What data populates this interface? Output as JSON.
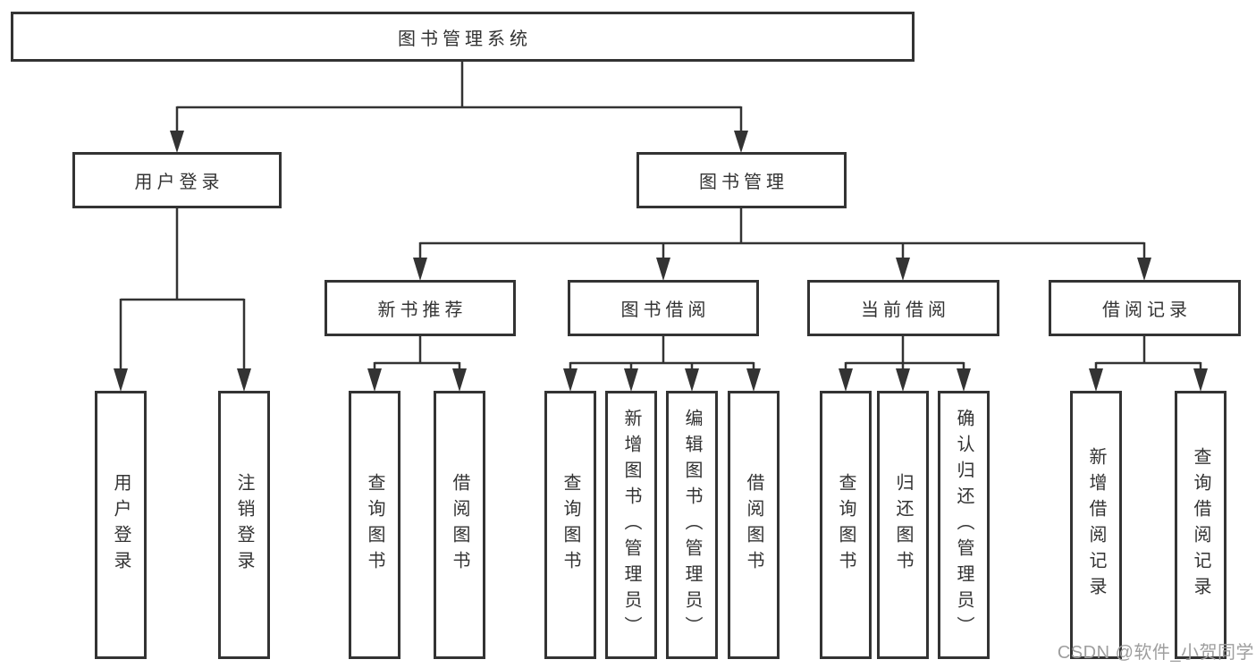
{
  "diagram": {
    "type": "tree",
    "root": "图书管理系统",
    "children": [
      {
        "label": "用户登录",
        "children": [
          "用户登录",
          "注销登录"
        ]
      },
      {
        "label": "图书管理",
        "children": [
          {
            "label": "新书推荐",
            "children": [
              "查询图书",
              "借阅图书"
            ]
          },
          {
            "label": "图书借阅",
            "children": [
              "查询图书",
              "新增图书（管理员）",
              "编辑图书（管理员）",
              "借阅图书"
            ]
          },
          {
            "label": "当前借阅",
            "children": [
              "查询图书",
              "归还图书",
              "确认归还（管理员）"
            ]
          },
          {
            "label": "借阅记录",
            "children": [
              "新增借阅记录",
              "查询借阅记录"
            ]
          }
        ]
      }
    ]
  },
  "watermark": {
    "text": "CSDN @软件_小贺同学",
    "color": "#9e9e9e"
  },
  "colors": {
    "line": "#333333",
    "box_border": "#333333",
    "box_background": "#ffffff",
    "text": "#333333",
    "page_background": "#ffffff"
  }
}
